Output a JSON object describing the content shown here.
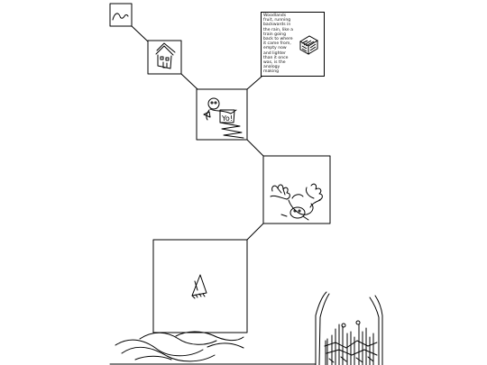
{
  "note_card": {
    "text": "Woodlands fruit, running backwards in the rain, like a train going back to where it came from, empty now and lighter than it once was, is the analogy making"
  },
  "colors": {
    "ink": "#000000",
    "paper": "#ffffff"
  },
  "icons": {
    "frame_1": "wave-glyph-icon",
    "frame_2": "cottage-icon",
    "frame_3": "scribble-cube-icon",
    "frame_4": "ghost-figure-icon",
    "frame_5": "antlered-creature-icon",
    "frame_6": "triangle-sketch-icon",
    "ground": "rolling-hills-doodle",
    "arch": "city-arch-doodle"
  }
}
